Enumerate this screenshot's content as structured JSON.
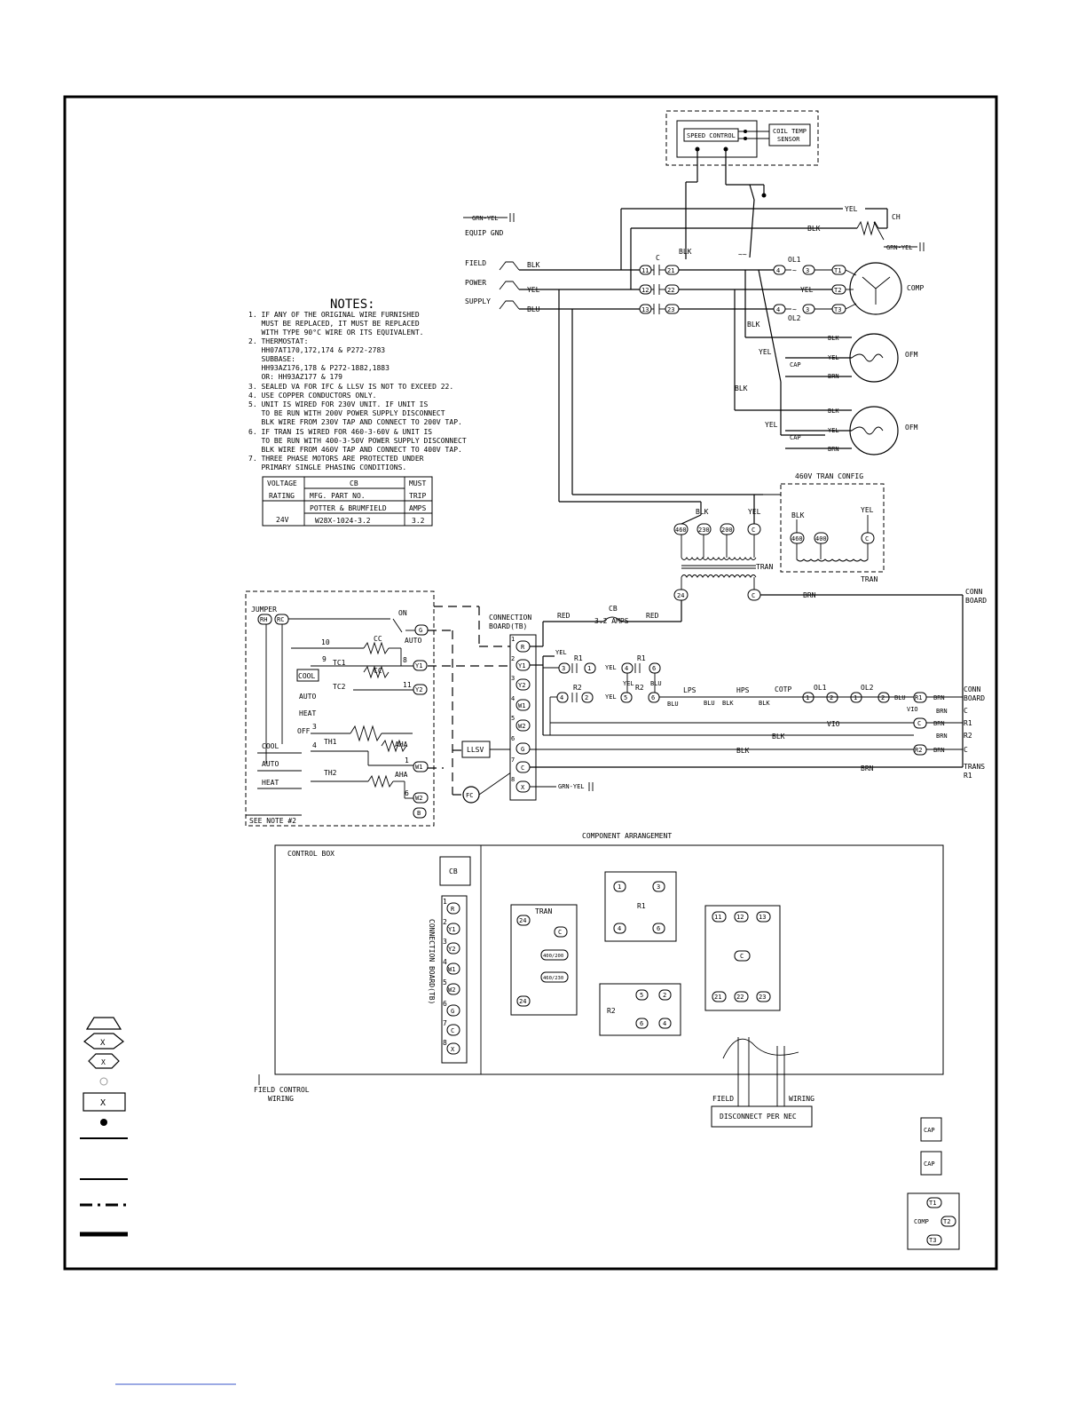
{
  "control": {
    "speed_control": "SPEED CONTROL",
    "coil_temp_sensor_1": "COIL TEMP",
    "coil_temp_sensor_2": "SENSOR"
  },
  "ground": {
    "grn_yel": "GRN-YEL",
    "equip_gnd": "EQUIP GND"
  },
  "power_supply": {
    "field": "FIELD",
    "power": "POWER",
    "supply": "SUPPLY"
  },
  "wires": {
    "blk": "BLK",
    "yel": "YEL",
    "blu": "BLU",
    "brn": "BRN",
    "red": "RED",
    "vio": "VIO"
  },
  "components": {
    "c": "C",
    "ch": "CH",
    "ol1": "OL1",
    "ol2": "OL2",
    "comp": "COMP",
    "ofm": "OFM",
    "cap": "CAP",
    "tran": "TRAN",
    "r1": "R1",
    "r2": "R2",
    "lps": "LPS",
    "hps": "HPS",
    "cotp": "COTP",
    "llsv": "LLSV",
    "fc": "FC",
    "cb": "CB"
  },
  "terminals": {
    "t11": "11",
    "t12": "12",
    "t13": "13",
    "t21": "21",
    "t22": "22",
    "t23": "23",
    "t1": "T1",
    "t2": "T2",
    "t3": "T3",
    "tap460": "460",
    "tap230": "230",
    "tap200": "200",
    "tap400": "400",
    "tap24": "24",
    "tapc": "C",
    "tap400_200": "400/200",
    "tap460_230": "460/230"
  },
  "notes": {
    "title": "NOTES:",
    "lines": [
      "1. IF ANY OF THE ORIGINAL WIRE FURNISHED",
      "   MUST BE REPLACED, IT MUST BE REPLACED",
      "   WITH TYPE 90°C WIRE OR ITS EQUIVALENT.",
      "2. THERMOSTAT:",
      "   HH07AT170,172,174 & P272-2783",
      "   SUBBASE:",
      "   HH93AZ176,178 & P272-1882,1883",
      "   OR: HH93AZ177 & 179",
      "3. SEALED VA FOR IFC & LLSV IS NOT TO EXCEED 22.",
      "4. USE COPPER CONDUCTORS ONLY.",
      "5. UNIT IS WIRED FOR 230V UNIT. IF UNIT IS",
      "   TO BE RUN WITH 200V POWER SUPPLY DISCONNECT",
      "   BLK WIRE FROM 230V TAP AND CONNECT TO 200V TAP.",
      "6. IF TRAN IS WIRED FOR 460-3-60V & UNIT IS",
      "   TO BE RUN WITH 400-3-50V POWER SUPPLY DISCONNECT",
      "   BLK WIRE FROM 460V TAP AND CONNECT TO 400V TAP.",
      "7. THREE PHASE MOTORS ARE PROTECTED UNDER",
      "   PRIMARY SINGLE PHASING CONDITIONS."
    ]
  },
  "cb_table": {
    "voltage": "VOLTAGE",
    "rating": "RATING",
    "v24": "24V",
    "cb": "CB",
    "mfg": "MFG. PART NO.",
    "potter": "POTTER & BRUMFIELD",
    "part": "W28X-1024-3.2",
    "must": "MUST",
    "trip": "TRIP",
    "amps": "AMPS",
    "val": "3.2"
  },
  "tran_config": {
    "title": "460V TRAN CONFIG"
  },
  "thermostat": {
    "jumper": "JUMPER",
    "rh": "RH",
    "rc": "RC",
    "on": "ON",
    "auto": "AUTO",
    "cool": "COOL",
    "heat": "HEAT",
    "off": "OFF",
    "tc1": "TC1",
    "tc2": "TC2",
    "th1": "TH1",
    "th2": "TH2",
    "cc": "CC",
    "aha": "AHA",
    "see_note": "SEE NOTE #2",
    "n10": "10",
    "n9": "9",
    "n8": "8",
    "n11": "11",
    "n3": "3",
    "n4": "4",
    "n1": "1",
    "n6": "6",
    "term_g": "G",
    "term_y1": "Y1",
    "term_y2": "Y2",
    "term_w1": "W1",
    "term_w2": "W2",
    "term_b": "B"
  },
  "connection_board": {
    "label_1": "CONNECTION",
    "label_2": "BOARD(TB)",
    "vertical": "CONNECTION BOARD(TB)",
    "terminals": [
      "R",
      "Y1",
      "Y2",
      "W1",
      "W2",
      "G",
      "C",
      "X"
    ],
    "numbers": [
      "1",
      "2",
      "3",
      "4",
      "5",
      "6",
      "7",
      "8"
    ]
  },
  "control_circuit": {
    "cb_rating": "3.2 AMPS",
    "n4": "4",
    "n6": "6",
    "n3": "3",
    "n1": "1",
    "n2": "2",
    "n5": "5"
  },
  "right_labels": {
    "conn_board_1": "CONN",
    "conn_board_2": "BOARD",
    "c": "C",
    "r1": "R1",
    "r2": "R2",
    "trans_1": "TRANS",
    "trans_2": "R1"
  },
  "arrangement": {
    "title": "COMPONENT ARRANGEMENT",
    "control_box": "CONTROL BOX",
    "field_control_1": "FIELD CONTROL",
    "field_control_2": "WIRING",
    "field": "FIELD",
    "wiring": "WIRING",
    "disconnect": "DISCONNECT PER NEC"
  },
  "legend": {
    "x": "X"
  }
}
